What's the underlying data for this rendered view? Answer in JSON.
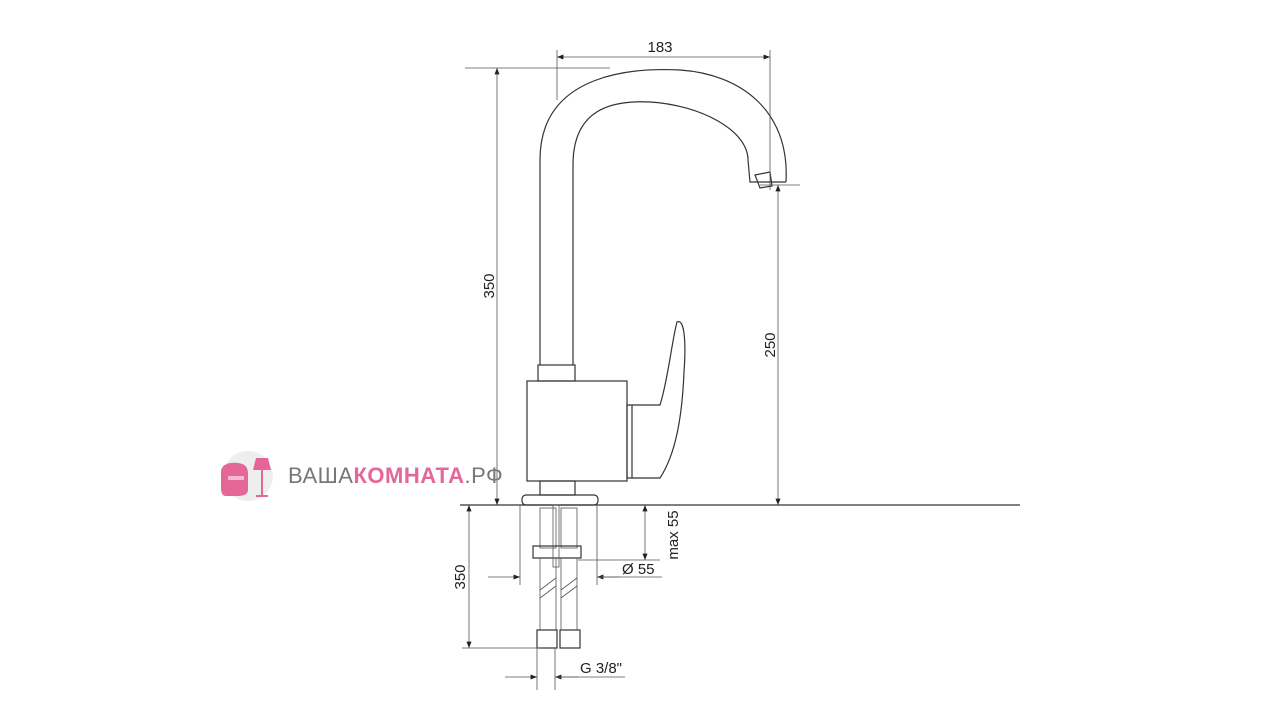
{
  "drawing": {
    "dimensions": {
      "spout_reach": "183",
      "total_height": "350",
      "spout_height": "250",
      "max_thickness": "max 55",
      "hole_diameter": "Ø 55",
      "hose_length": "350",
      "thread": "G 3/8\""
    }
  },
  "logo": {
    "text_prefix": "ВАША",
    "text_brand": "КОМНАТА",
    "text_suffix": ".РФ",
    "brand_color": "#e4679a"
  }
}
